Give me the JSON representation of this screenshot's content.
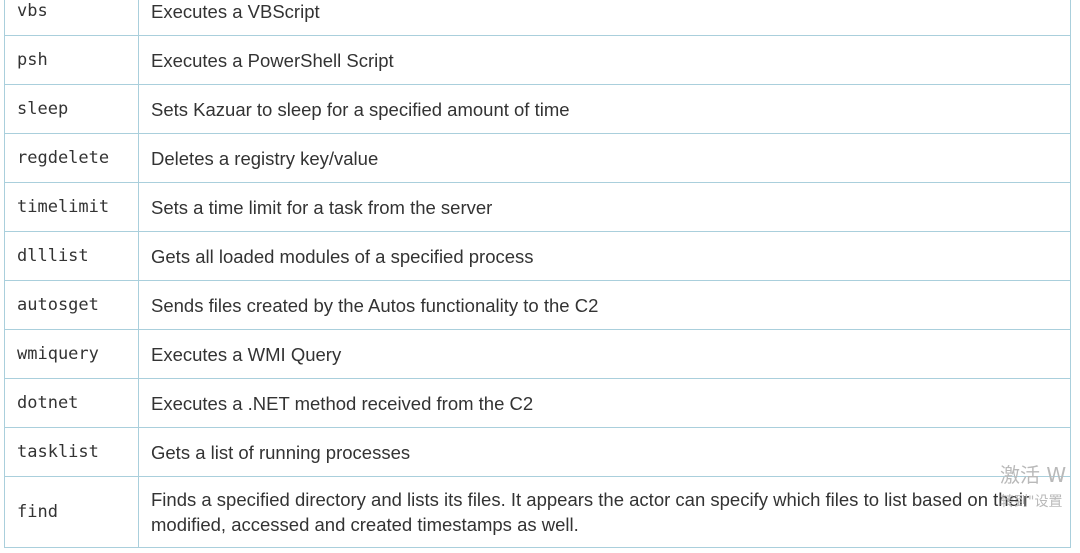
{
  "table": {
    "rows": [
      {
        "command": "vbs",
        "description": "Executes a VBScript"
      },
      {
        "command": "psh",
        "description": "Executes a PowerShell Script"
      },
      {
        "command": "sleep",
        "description": "Sets Kazuar to sleep for a specified amount of time"
      },
      {
        "command": "regdelete",
        "description": "Deletes a registry key/value"
      },
      {
        "command": "timelimit",
        "description": "Sets a time limit for a task from the server"
      },
      {
        "command": "dlllist",
        "description": "Gets all loaded modules of a specified process"
      },
      {
        "command": "autosget",
        "description": "Sends files created by the Autos functionality to the C2"
      },
      {
        "command": "wmiquery",
        "description": "Executes a WMI Query"
      },
      {
        "command": "dotnet",
        "description": "Executes a .NET method received from the C2"
      },
      {
        "command": "tasklist",
        "description": "Gets a list of running processes"
      },
      {
        "command": "find",
        "description": "Finds a specified directory and lists its files. It appears the actor can specify which files to list based on their modified, accessed and created timestamps as well."
      }
    ]
  },
  "watermark": {
    "line1": "激活 W",
    "line2": "转到\"设置"
  }
}
